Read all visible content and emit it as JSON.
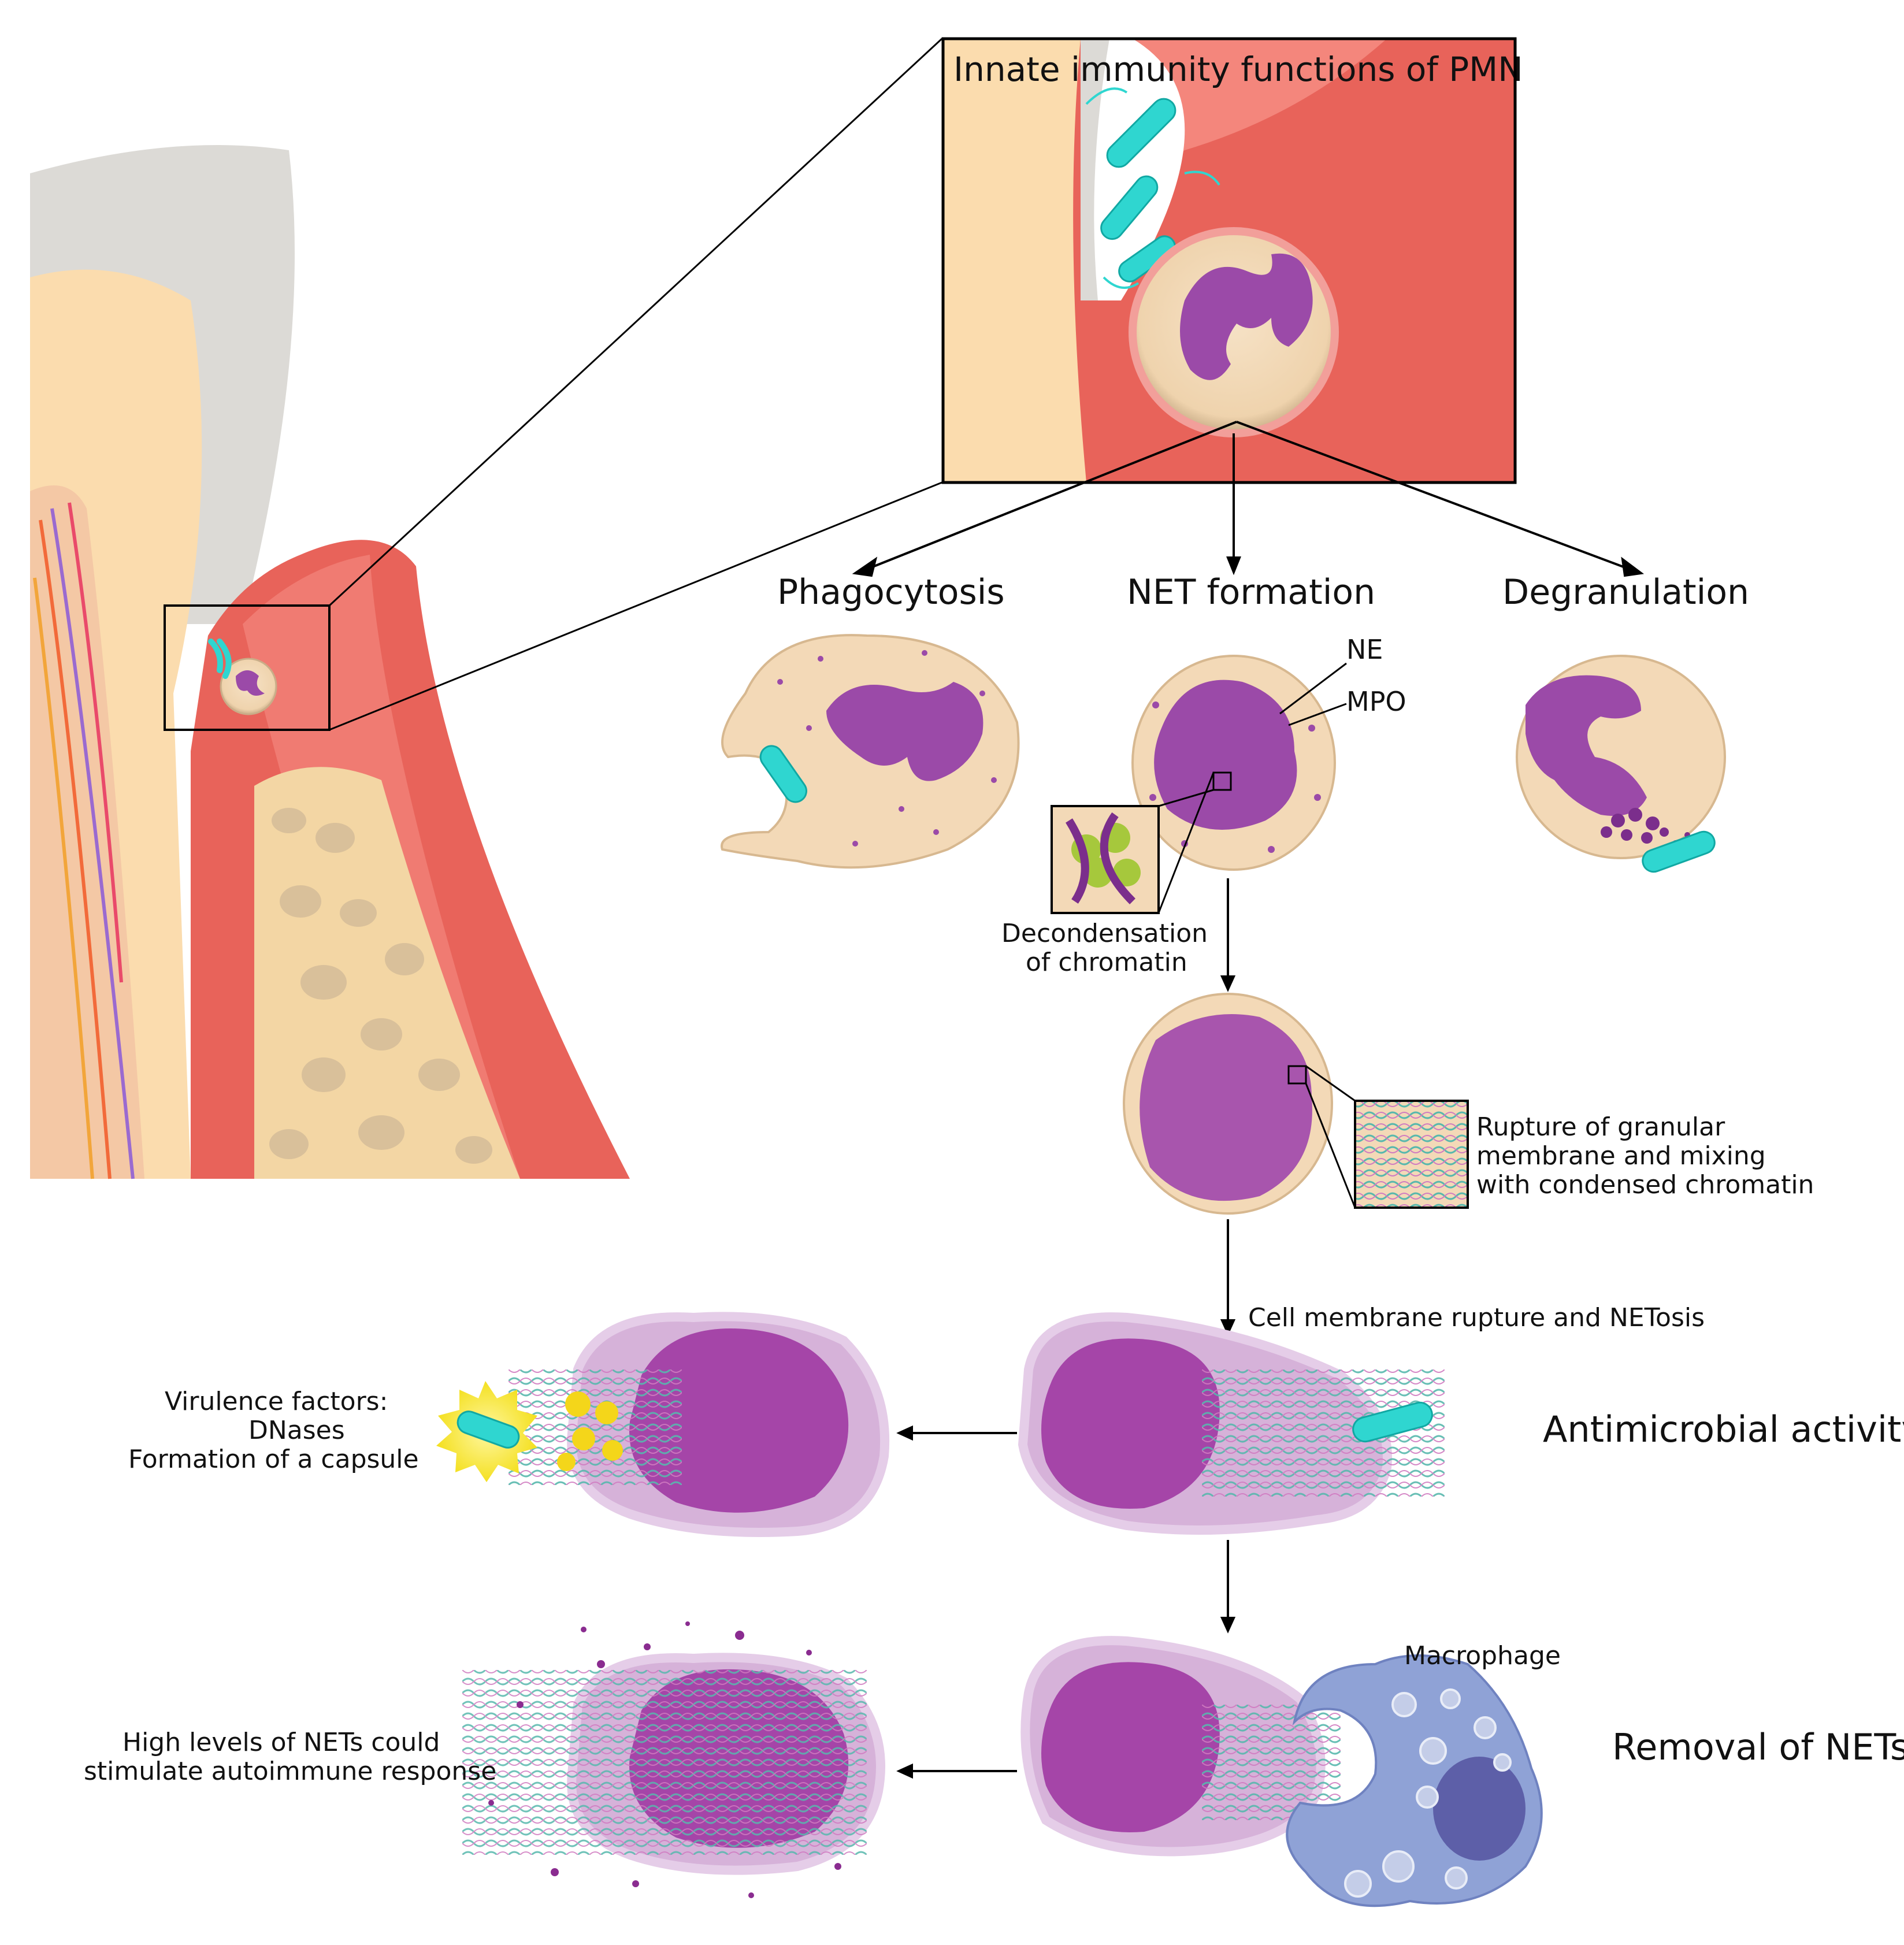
{
  "inset_title": "Innate immunity functions of PMN",
  "pathways": {
    "phagocytosis": "Phagocytosis",
    "net_formation": "NET formation",
    "degranulation": "Degranulation"
  },
  "markers": {
    "ne": "NE",
    "mpo": "MPO"
  },
  "decondensation": [
    "Decondensation",
    "of chromatin"
  ],
  "rupture_granular": [
    "Rupture of granular",
    "membrane and mixing",
    "with condensed chromatin"
  ],
  "netosis_step": "Cell membrane rupture and NETosis",
  "virulence": [
    "Virulence factors:",
    "DNases",
    "Formation of a capsule"
  ],
  "antimicrobial": "Antimicrobial activity",
  "macrophage": "Macrophage",
  "removal": "Removal of NETs",
  "autoimmune": [
    "High levels of NETs could",
    "stimulate autoimmune response"
  ],
  "colors": {
    "gingiva": "#e8635a",
    "gingiva_light": "#f4867c",
    "enamel": "#dcdad6",
    "dentin": "#fbdcae",
    "bone": "#f3d6a4",
    "bone_pore": "#d9c09a",
    "cell_cytoplasm": "#f3d9b7",
    "nucleus": "#9b4aa8",
    "nucleus_light": "#b15cb4",
    "bacteria": "#2fd6d0",
    "capsule": "#f7e629",
    "macrophage": "#8fa2d6",
    "macrophage_nucleus": "#5d5fa8",
    "net_fibers": "#57b8ad"
  }
}
